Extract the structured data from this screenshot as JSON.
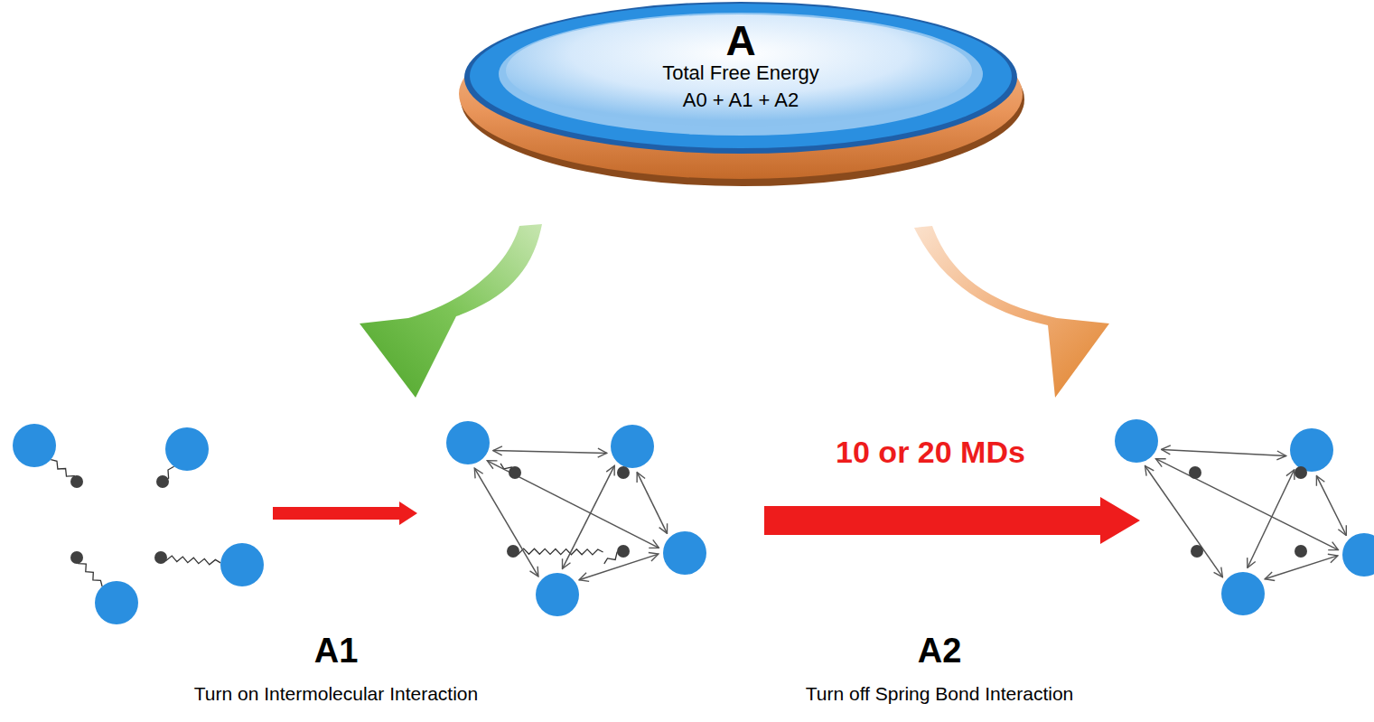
{
  "diagram": {
    "nodes": [
      {
        "text": [
          "A",
          "Total Free Energy A0 + A1 + A2"
        ]
      }
    ],
    "labels": [
      "10 or 20 MDs",
      "A1",
      "Turn on Intermolecular Interaction",
      "A2",
      "Turn off Spring Bond Interaction"
    ]
  }
}
